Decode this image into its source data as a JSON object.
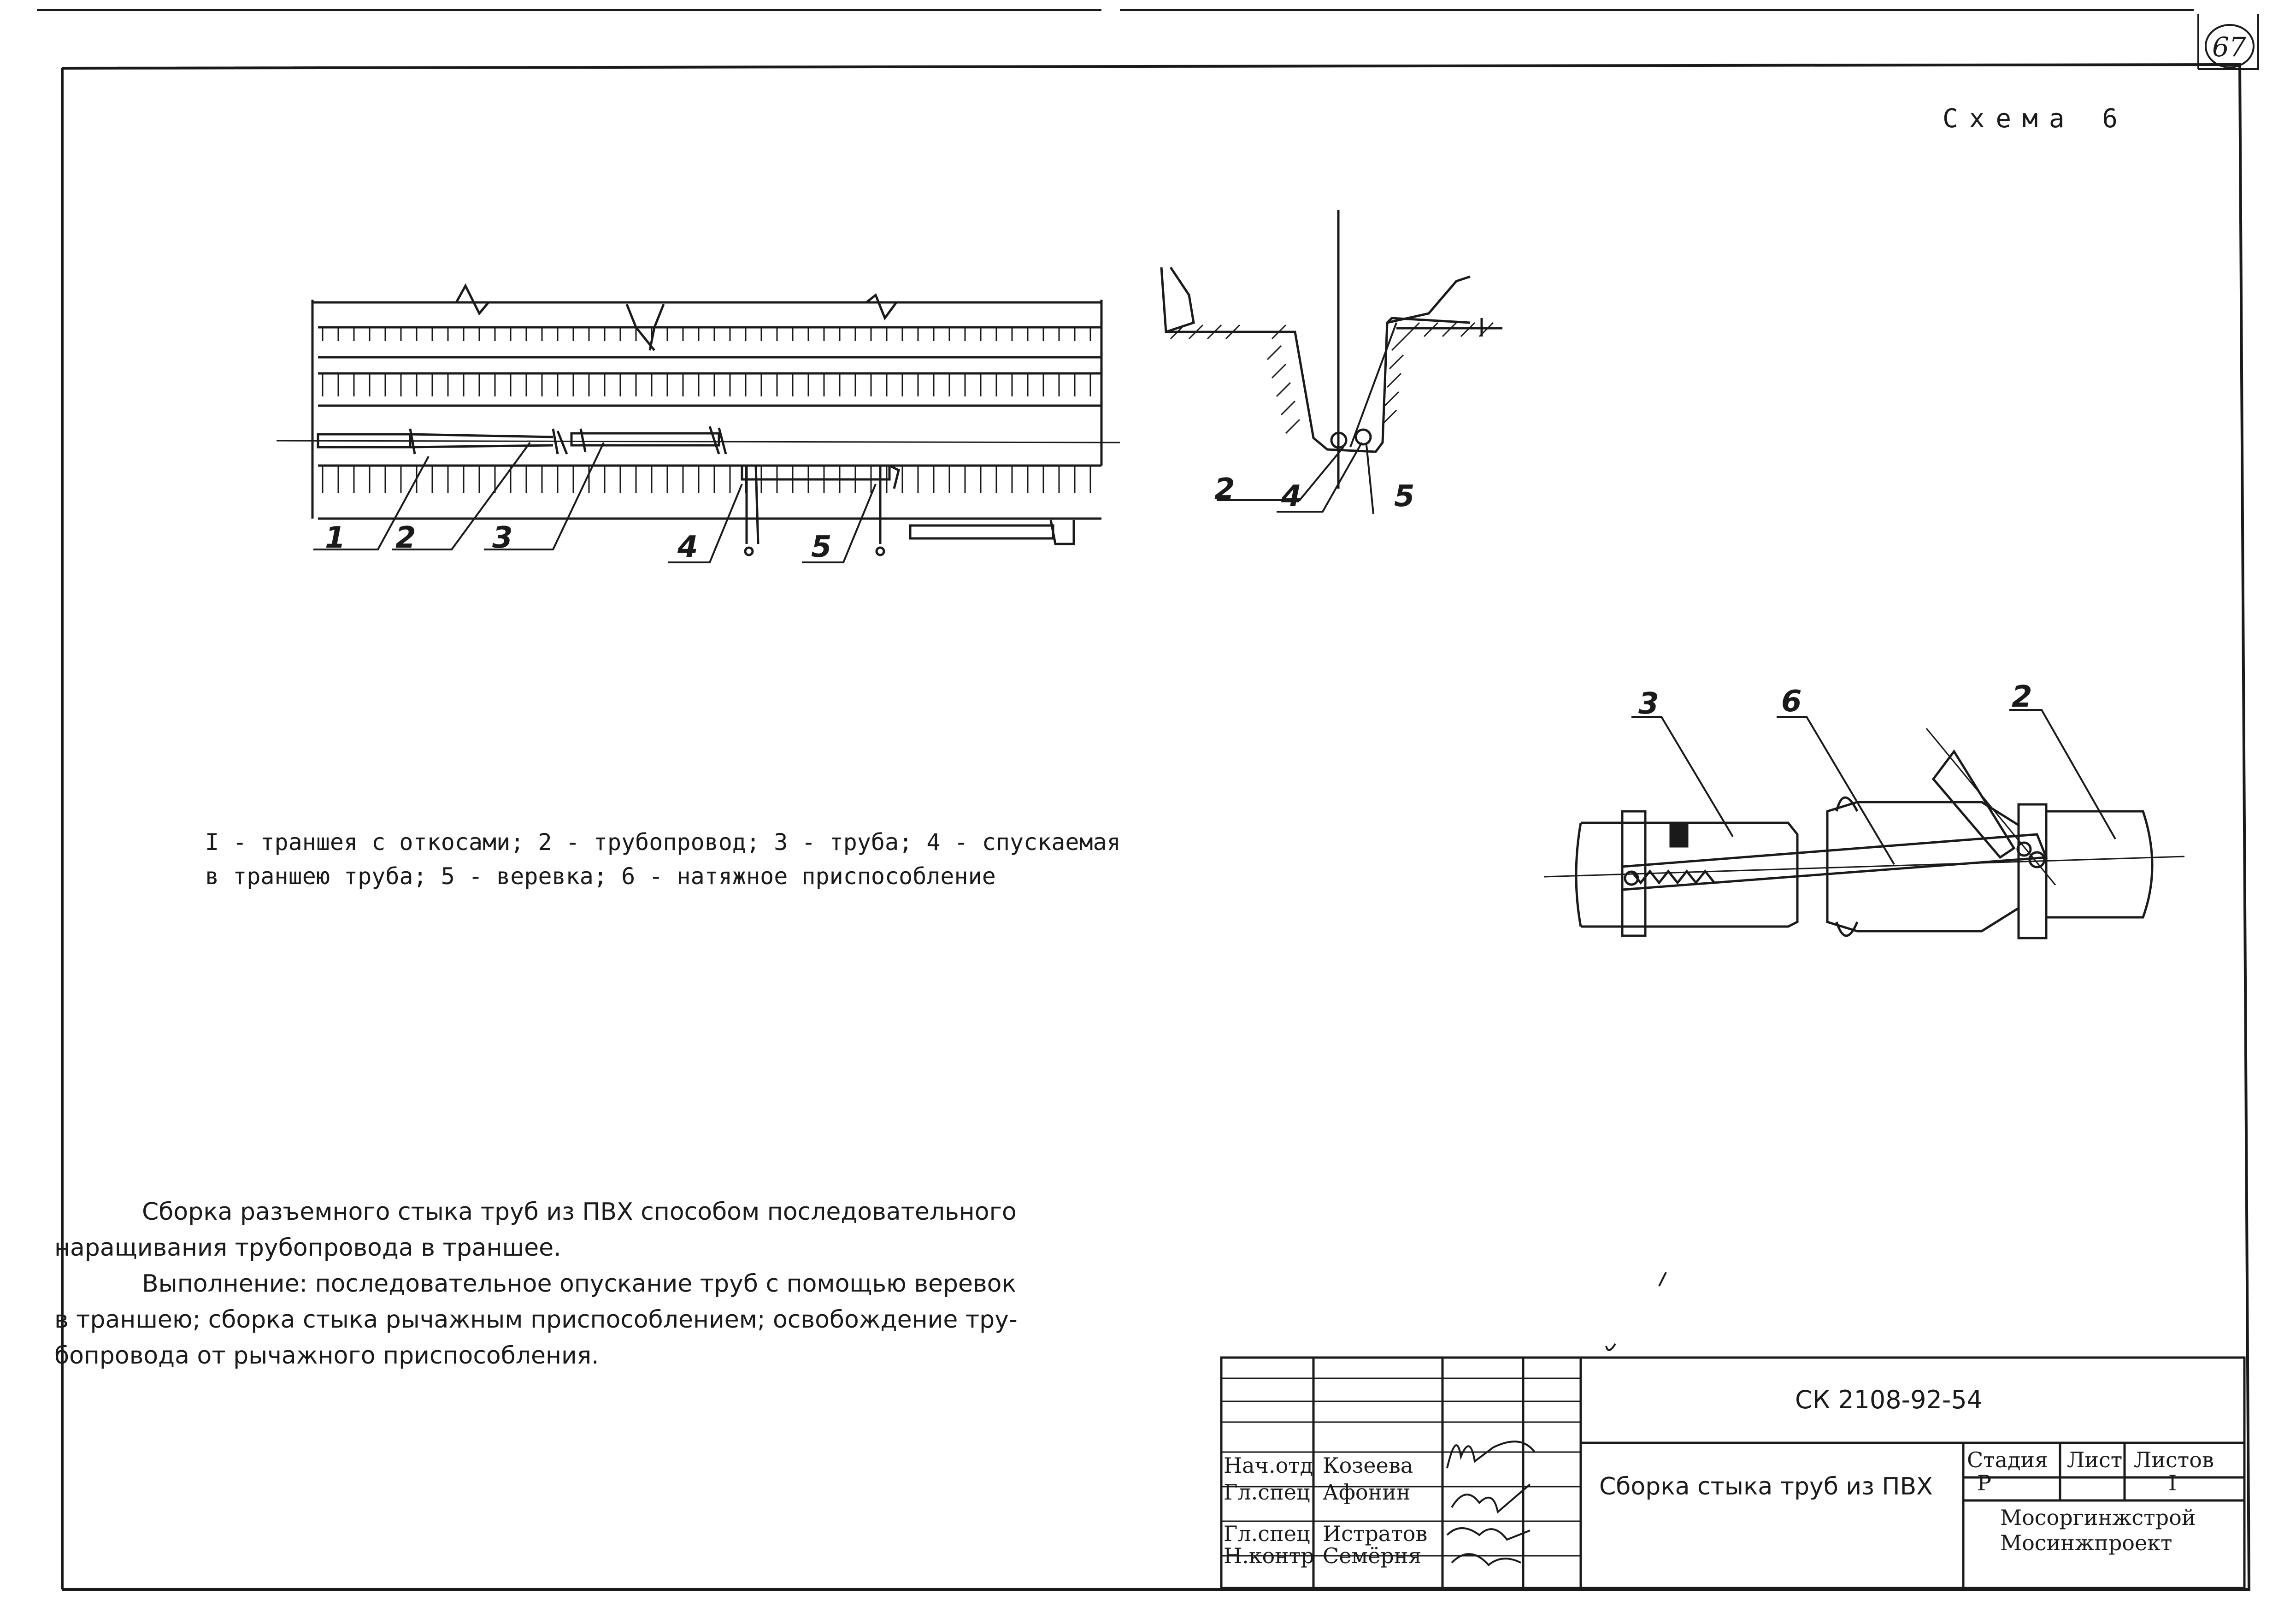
{
  "sheet": {
    "page_number": "67",
    "scheme_title": "Схема 6"
  },
  "plan_view": {
    "callouts": [
      "1",
      "2",
      "3",
      "4",
      "5"
    ]
  },
  "section_view": {
    "callouts": [
      "2",
      "4",
      "5"
    ]
  },
  "joint_view": {
    "callouts": [
      "3",
      "6",
      "2"
    ]
  },
  "legend": {
    "line1": "I - траншея с откосами; 2 - трубопровод; 3 - труба; 4 - спускаемая",
    "line2": "в траншею труба; 5 - веревка; 6 - натяжное приспособление"
  },
  "description": {
    "line1": "Сборка разъемного стыка труб из ПВХ способом последовательного",
    "line2": "наращивания трубопровода в траншее.",
    "line3": "Выполнение: последовательное опускание труб с помощью веревок",
    "line4": "в траншею; сборка стыка рычажным приспособлением; освобождение тру-",
    "line5": "бопровода от рычажного приспособления."
  },
  "title_block": {
    "doc_code": "СК 2108-92-54",
    "doc_title": "Сборка стыка труб из ПВХ",
    "roles": [
      "Нач.отд",
      "Гл.спец",
      "Гл.спец",
      "Н.контр"
    ],
    "names": [
      "Козеева",
      "Афонин",
      "Истратов",
      "Семёрня"
    ],
    "stage_header": "Стадия",
    "sheet_header": "Лист",
    "sheets_header": "Листов",
    "stage_value": "Р",
    "sheets_value": "I",
    "org_line1": "Мосоргинжстрой",
    "org_line2": "Мосинжпроект"
  }
}
